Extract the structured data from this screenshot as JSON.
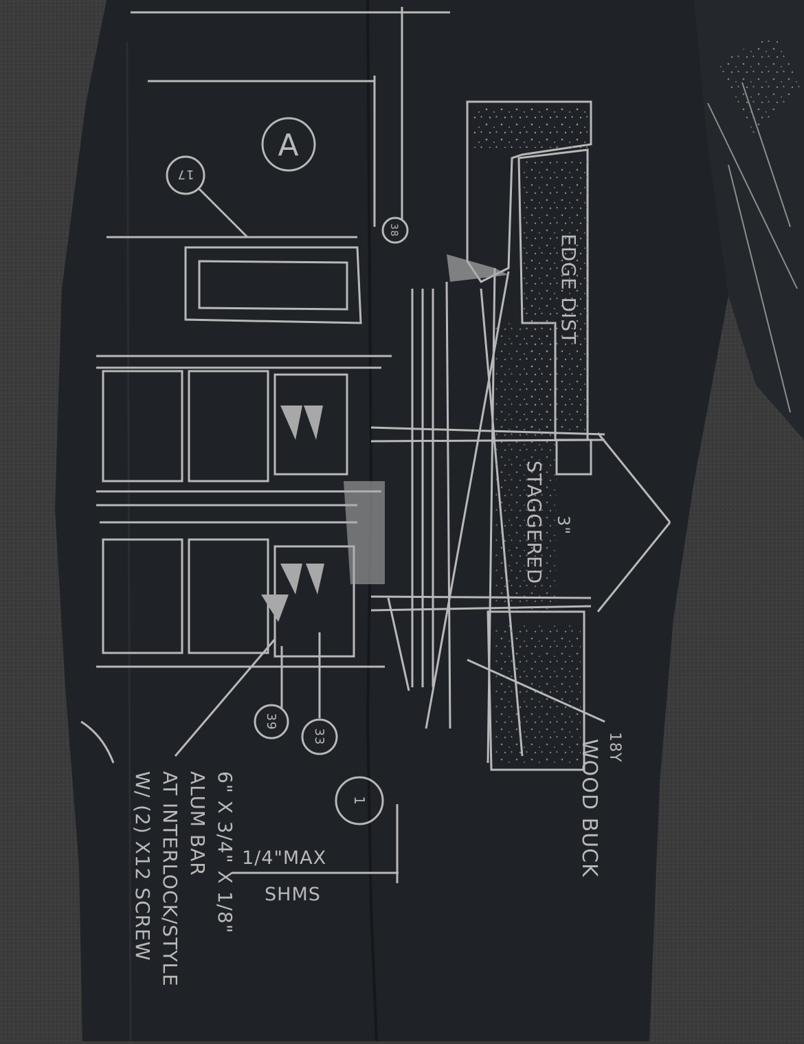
{
  "colors": {
    "background_floor": "#3b3b3b",
    "fabric": "#1f2227",
    "print": "#b8b8b8"
  },
  "print_labels": {
    "callout_a": "A",
    "callout_17": "17",
    "callout_38": "38",
    "callout_39": "39",
    "callout_33": "33",
    "callout_1": "1",
    "edge_dist": "EDGE DIST",
    "staggered": "STAGGERED",
    "three_inch": "3\"",
    "wood_buck_line1": "18Y",
    "wood_buck_line2": "WOOD BUCK",
    "quarter_max": "1/4\"MAX",
    "shms": "SHMS",
    "spec_line1": "6\" X 3/4\" X 1/8\"",
    "spec_line2": "ALUM BAR",
    "spec_line3": "AT INTERLOCK/STYLE",
    "spec_line4": "W/ (2) X12 SCREW"
  }
}
